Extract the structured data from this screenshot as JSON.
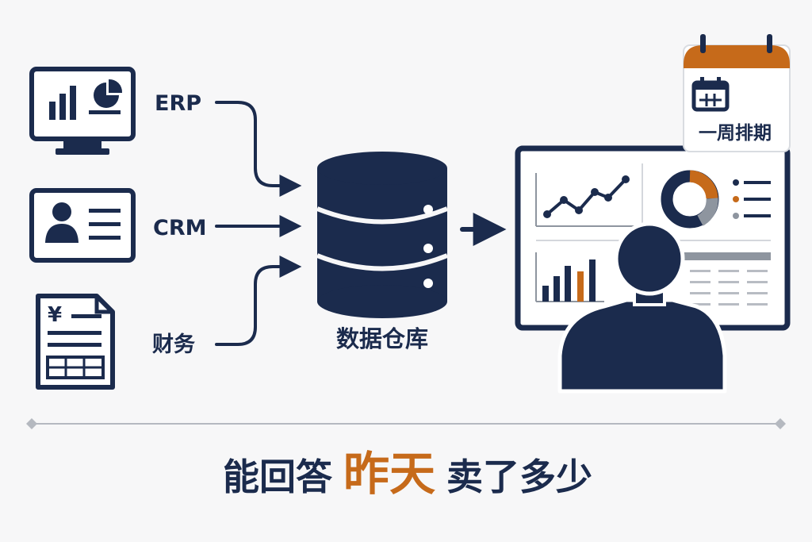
{
  "colors": {
    "navy": "#1b2b4d",
    "orange": "#c66a1a",
    "gray": "#8e959f",
    "background": "#f7f7f8",
    "white": "#ffffff"
  },
  "sources": [
    {
      "label": "ERP",
      "icon": "desktop-analytics-icon"
    },
    {
      "label": "CRM",
      "icon": "contact-card-icon"
    },
    {
      "label": "财务",
      "icon": "invoice-document-icon",
      "currency_symbol": "¥"
    }
  ],
  "warehouse": {
    "label": "数据仓库",
    "icon": "database-icon"
  },
  "calendar": {
    "label": "一周排期",
    "icon": "calendar-icon"
  },
  "dashboard": {
    "widgets": [
      "line-chart",
      "donut-chart",
      "legend",
      "bar-chart",
      "data-table"
    ],
    "viewer": "person-silhouette"
  },
  "caption": {
    "before": "能回答",
    "highlight": "昨天",
    "after": "卖了多少"
  }
}
